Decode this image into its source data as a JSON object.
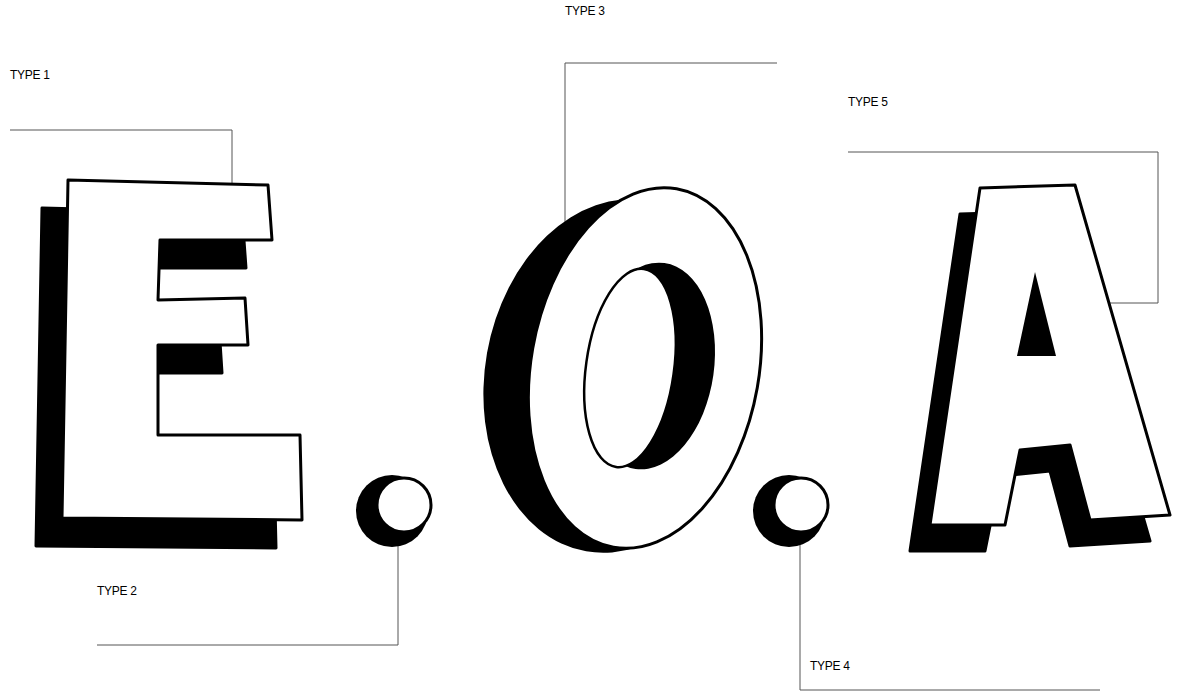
{
  "diagram": {
    "labels": [
      "TYPE 1",
      "TYPE 3",
      "TYPE 5",
      "TYPE 2",
      "TYPE 4"
    ]
  }
}
